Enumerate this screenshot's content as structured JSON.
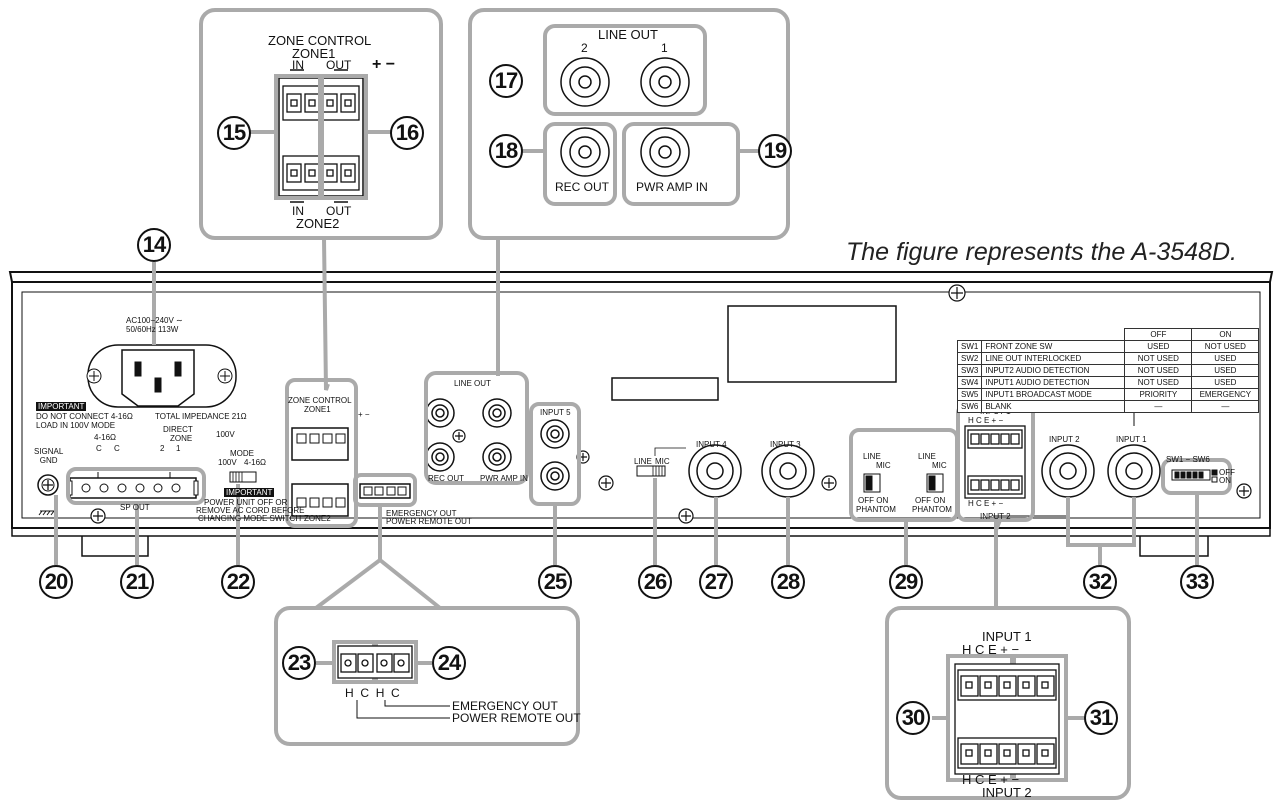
{
  "caption": "The figure represents the A-3548D.",
  "callouts": [
    "14",
    "15",
    "16",
    "17",
    "18",
    "19",
    "20",
    "21",
    "22",
    "23",
    "24",
    "25",
    "26",
    "27",
    "28",
    "29",
    "30",
    "31",
    "32",
    "33"
  ],
  "zone_control": {
    "title": "ZONE CONTROL",
    "zone1": "ZONE1",
    "zone2": "ZONE2",
    "in": "IN",
    "out": "OUT",
    "polarity": "+ −"
  },
  "line_out": {
    "title": "LINE OUT",
    "ch2": "2",
    "ch1": "1",
    "rec_out": "REC OUT",
    "pwr_amp_in": "PWR AMP IN"
  },
  "power": {
    "rating_1": "AC100−240V ∼",
    "rating_2": "50/60Hz  113W"
  },
  "important": {
    "label": "IMPORTANT",
    "line1": "DO NOT CONNECT 4-16Ω",
    "line2": "LOAD IN 100V MODE",
    "total_impedance": "TOTAL IMPEDANCE  21Ω",
    "v100": "100V",
    "ohm": "4-16Ω",
    "direct": "DIRECT",
    "zone": "ZONE",
    "c": "C",
    "n2": "2",
    "n1": "1",
    "sp_out": "SP OUT"
  },
  "mode": {
    "title": "MODE",
    "left": "100V",
    "right": "4-16Ω"
  },
  "important2": {
    "label": "IMPORTANT",
    "line1": "POWER UNIT OFF OR",
    "line2": "REMOVE AC CORD BEFORE",
    "line3": "CHANGING MODE SWITCH"
  },
  "signal_gnd": "SIGNAL\nGND",
  "remote": {
    "h": "H",
    "c": "C",
    "emergency_out": "EMERGENCY OUT",
    "power_remote_out": "POWER REMOTE OUT"
  },
  "inputs": {
    "input5": "INPUT 5",
    "input4": "INPUT 4",
    "input3": "INPUT 3",
    "input2": "INPUT 2",
    "input1": "INPUT 1",
    "line": "LINE",
    "mic": "MIC",
    "off": "OFF",
    "on": "ON",
    "phantom": "PHANTOM",
    "hce": "H  C  E  +  −"
  },
  "dip": {
    "label": "SW1  −  SW6",
    "off": "OFF",
    "on": "ON"
  },
  "sw_table": {
    "headers": [
      "",
      "",
      "OFF",
      "ON"
    ],
    "rows": [
      [
        "SW1",
        "FRONT ZONE SW",
        "USED",
        "NOT USED"
      ],
      [
        "SW2",
        "LINE OUT INTERLOCKED",
        "NOT USED",
        "USED"
      ],
      [
        "SW3",
        "INPUT2 AUDIO DETECTION",
        "NOT USED",
        "USED"
      ],
      [
        "SW4",
        "INPUT1 AUDIO DETECTION",
        "NOT USED",
        "USED"
      ],
      [
        "SW5",
        "INPUT1 BROADCAST MODE",
        "PRIORITY",
        "EMERGENCY"
      ],
      [
        "SW6",
        "BLANK",
        "—",
        "—"
      ]
    ]
  }
}
